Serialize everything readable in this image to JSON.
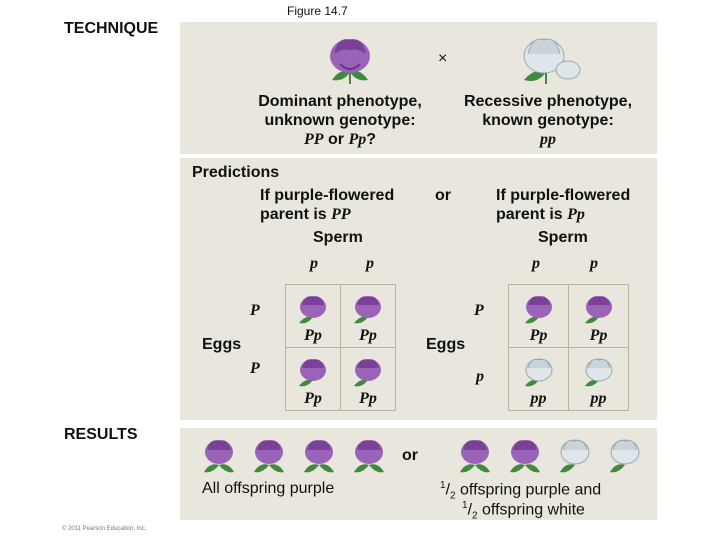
{
  "figure": "Figure 14.7",
  "labels": {
    "technique": "TECHNIQUE",
    "results": "RESULTS"
  },
  "cross": {
    "symbol": "×",
    "dominant": {
      "line1": "Dominant phenotype,",
      "line2": "unknown genotype:",
      "line3_a": "PP",
      "line3_or": "or",
      "line3_b": "Pp",
      "line3_q": "?"
    },
    "recessive": {
      "line1": "Recessive phenotype,",
      "line2": "known genotype:",
      "line3": "pp"
    }
  },
  "predictions": {
    "heading": "Predictions",
    "or": "or",
    "left": {
      "line1": "If purple-flowered",
      "line2_prefix": "parent is",
      "line2_geno": "PP",
      "sperm": "Sperm",
      "sperm_alleles": [
        "p",
        "p"
      ],
      "eggs": "Eggs",
      "egg_alleles": [
        "P",
        "P"
      ],
      "cells": [
        "Pp",
        "Pp",
        "Pp",
        "Pp"
      ]
    },
    "right": {
      "line1": "If purple-flowered",
      "line2_prefix": "parent is",
      "line2_geno": "Pp",
      "sperm": "Sperm",
      "sperm_alleles": [
        "p",
        "p"
      ],
      "eggs": "Eggs",
      "egg_alleles": [
        "P",
        "p"
      ],
      "cells": [
        "Pp",
        "Pp",
        "pp",
        "pp"
      ]
    }
  },
  "results": {
    "or": "or",
    "left_caption": "All offspring purple",
    "right_frac1": "1",
    "right_frac_den": "2",
    "right_line1_rest": "offspring purple and",
    "right_frac2": "1",
    "right_line2_rest": "offspring white"
  },
  "copyright": "© 2011 Pearson Education, Inc.",
  "colors": {
    "panel": "#e9e6de",
    "purple": "#9a63b8",
    "white_flower": "#dfe6ea",
    "leaf": "#3f8a3c"
  },
  "icons": [
    "purple-flower-icon",
    "white-flower-icon"
  ]
}
